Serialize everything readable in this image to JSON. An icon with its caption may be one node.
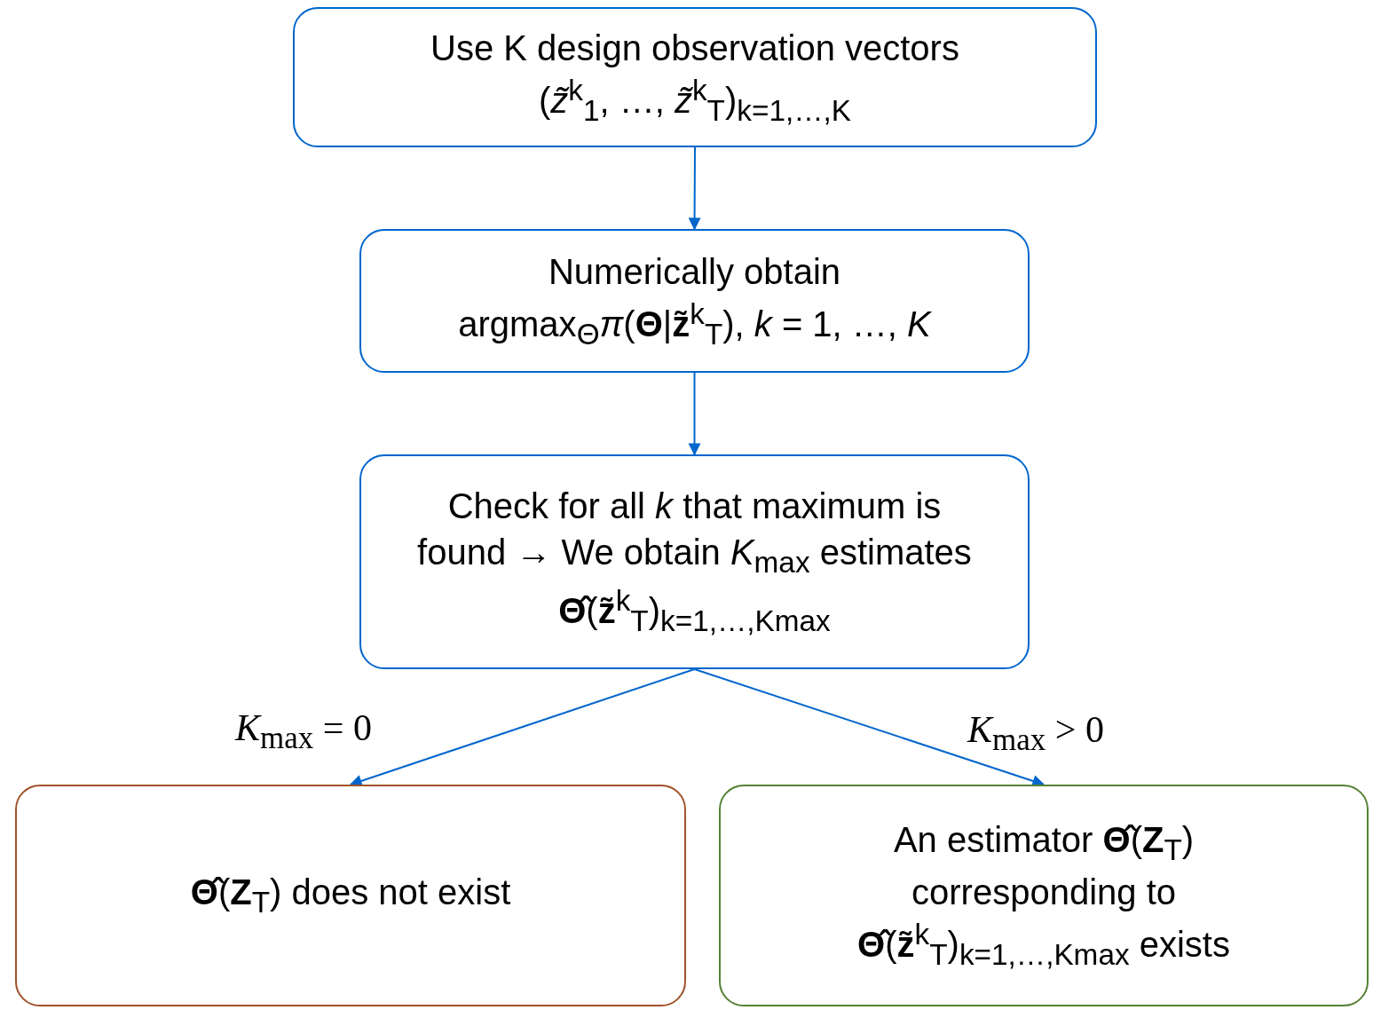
{
  "diagram": {
    "nodes": [
      {
        "text": [
          "Use K design observation vectors",
          "(*z̃*$^{k}$$_{1}$, …, *z̃*$^{k}$$_{T}$)$_{k=1,…,K}$"
        ]
      },
      {
        "text": [
          "Numerically obtain",
          "argmax$_{Θ}$*π*(**Θ**|**z̃**$^{k}$$_{T}$), *k* = 1, …, *K*"
        ]
      },
      {
        "text": [
          "Check for all *k* that maximum is found → We obtain *K*$_{max}$ estimates **Θ̂**(**z̃**$^{k}$$_{T}$)$_{k=1,…,Kmax}$"
        ]
      },
      {
        "text": [
          "**Θ̂**(**Z**$_{T}$) does not exist"
        ]
      },
      {
        "text": [
          "An estimator **Θ̂**(**Z**$_{T}$) corresponding to **Θ̂**(**z̃**$^{k}$$_{T}$)$_{k=1,…,Kmax}$ exists"
        ]
      }
    ],
    "edges": [
      {
        "from": 0,
        "to": 1,
        "arrow": "to"
      },
      {
        "from": 1,
        "to": 2,
        "arrow": "to"
      },
      {
        "from": 2,
        "to": 3,
        "arrow": "to",
        "label": "*K*$_{max}$ = 0"
      },
      {
        "from": 2,
        "to": 4,
        "arrow": "to",
        "label": "*K*$_{max}$ > 0"
      }
    ]
  }
}
